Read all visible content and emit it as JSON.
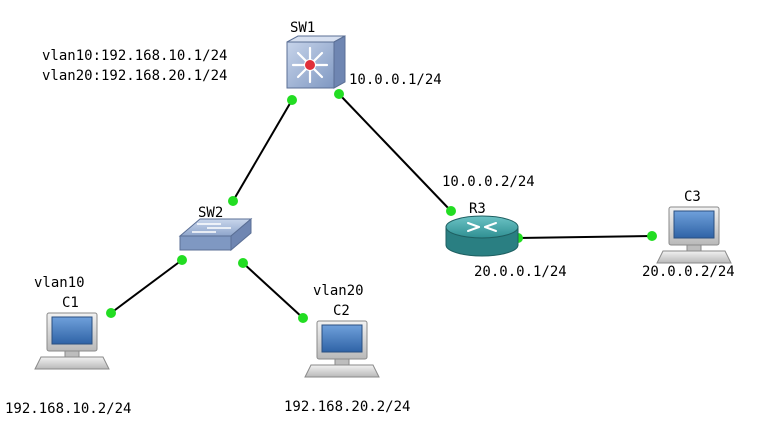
{
  "devices": {
    "sw1": {
      "name": "SW1",
      "type": "layer3-switch"
    },
    "sw2": {
      "name": "SW2",
      "type": "layer2-switch"
    },
    "r3": {
      "name": "R3",
      "type": "router"
    },
    "c1": {
      "name": "C1",
      "type": "pc"
    },
    "c2": {
      "name": "C2",
      "type": "pc"
    },
    "c3": {
      "name": "C3",
      "type": "pc"
    }
  },
  "labels": {
    "sw1_vlan10": "vlan10:192.168.10.1/24",
    "sw1_vlan20": "vlan20:192.168.20.1/24",
    "sw1_uplink": "10.0.0.1/24",
    "r3_left": "10.0.0.2/24",
    "r3_right": "20.0.0.1/24",
    "c3_ip": "20.0.0.2/24",
    "c1_vlan": "vlan10",
    "c1_ip": "192.168.10.2/24",
    "c2_vlan": "vlan20",
    "c2_ip": "192.168.20.2/24"
  },
  "links": [
    {
      "from": "SW1",
      "to": "SW2"
    },
    {
      "from": "SW1",
      "to": "R3"
    },
    {
      "from": "R3",
      "to": "C3"
    },
    {
      "from": "SW2",
      "to": "C1"
    },
    {
      "from": "SW2",
      "to": "C2"
    }
  ],
  "colors": {
    "link": "#000000",
    "port": "#22dd22",
    "switch_face": "#9fb4d6",
    "router_body": "#2f8f92",
    "pc_screen": "#4a7fc2"
  }
}
